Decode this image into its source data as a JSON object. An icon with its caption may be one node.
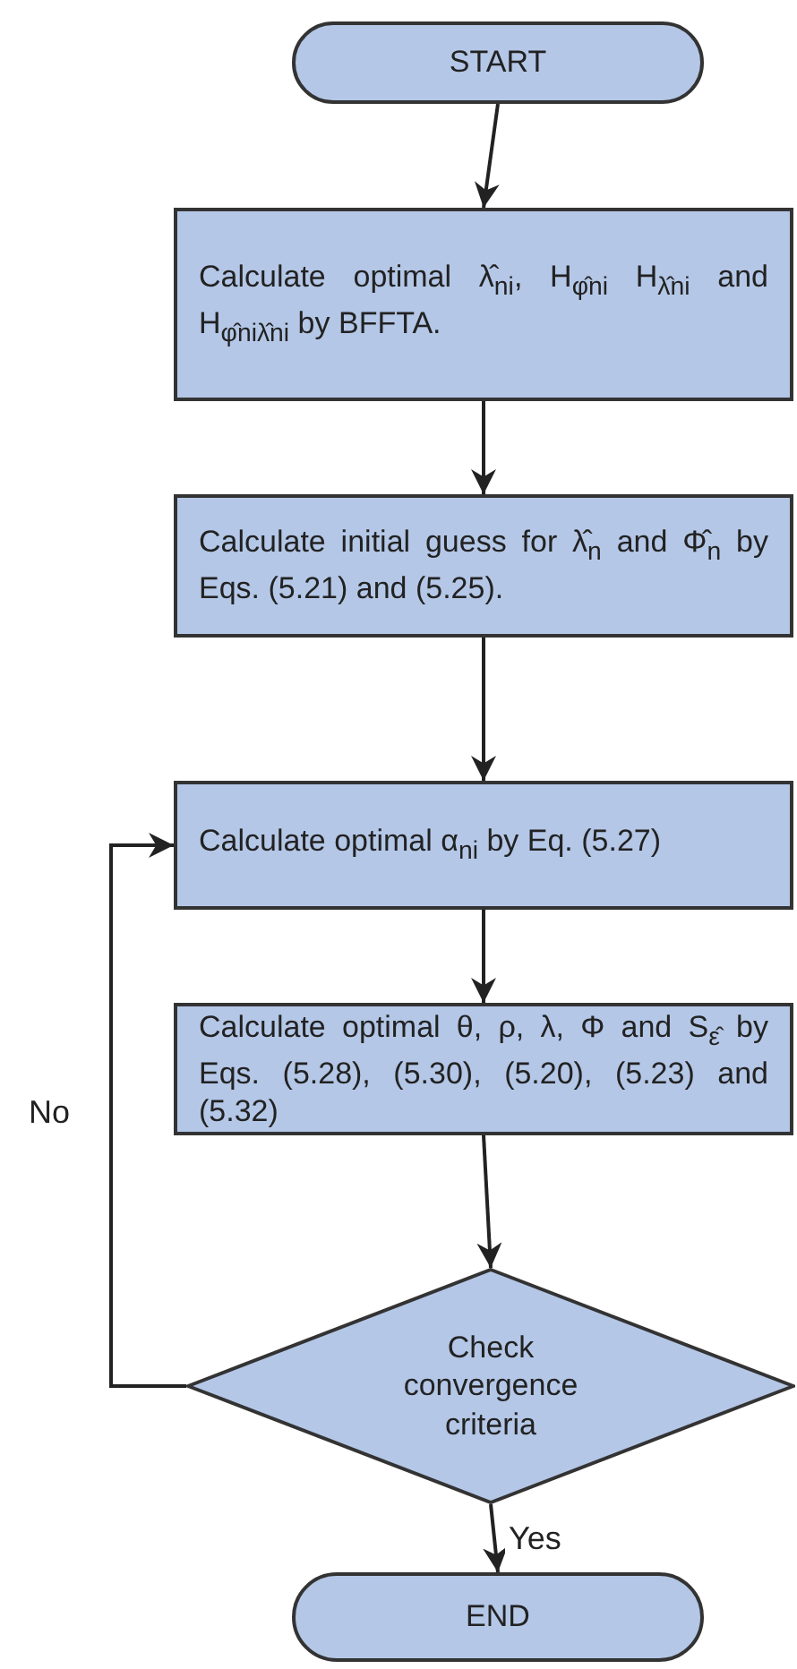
{
  "diagram": {
    "nodes": [
      {
        "text": [
          "START"
        ]
      },
      {
        "text": [
          "Calculate optimal λ̂$_{ni}$, H$_{φ̂ni}$ H$_{λ̂ni}$ and H$_{φ̂niλ̂ni}$ by BFFTA."
        ]
      },
      {
        "text": [
          "Calculate initial guess for λ̂$_{n}$ and Φ̂$_{n}$ by Eqs. (5.21) and (5.25)."
        ]
      },
      {
        "text": [
          "Calculate optimal α$_{ni}$ by Eq. (5.27)"
        ]
      },
      {
        "text": [
          "Calculate optimal θ, ρ, λ, Φ and S$_{ε̂}$ by Eqs. (5.28), (5.30), (5.20), (5.23) and (5.32)"
        ]
      },
      {
        "text": [
          "Check convergence criteria"
        ]
      },
      {
        "text": [
          "END"
        ]
      }
    ],
    "edges": [
      {
        "from": 0,
        "to": 1,
        "arrow": "to"
      },
      {
        "from": 1,
        "to": 2,
        "arrow": "to"
      },
      {
        "from": 2,
        "to": 3,
        "arrow": "to"
      },
      {
        "from": 3,
        "to": 4,
        "arrow": "to"
      },
      {
        "from": 4,
        "to": 5,
        "arrow": "to"
      },
      {
        "from": 5,
        "to": 6,
        "arrow": "to",
        "label": "Yes"
      },
      {
        "from": 5,
        "to": 3,
        "arrow": "to",
        "label": "No"
      }
    ]
  }
}
